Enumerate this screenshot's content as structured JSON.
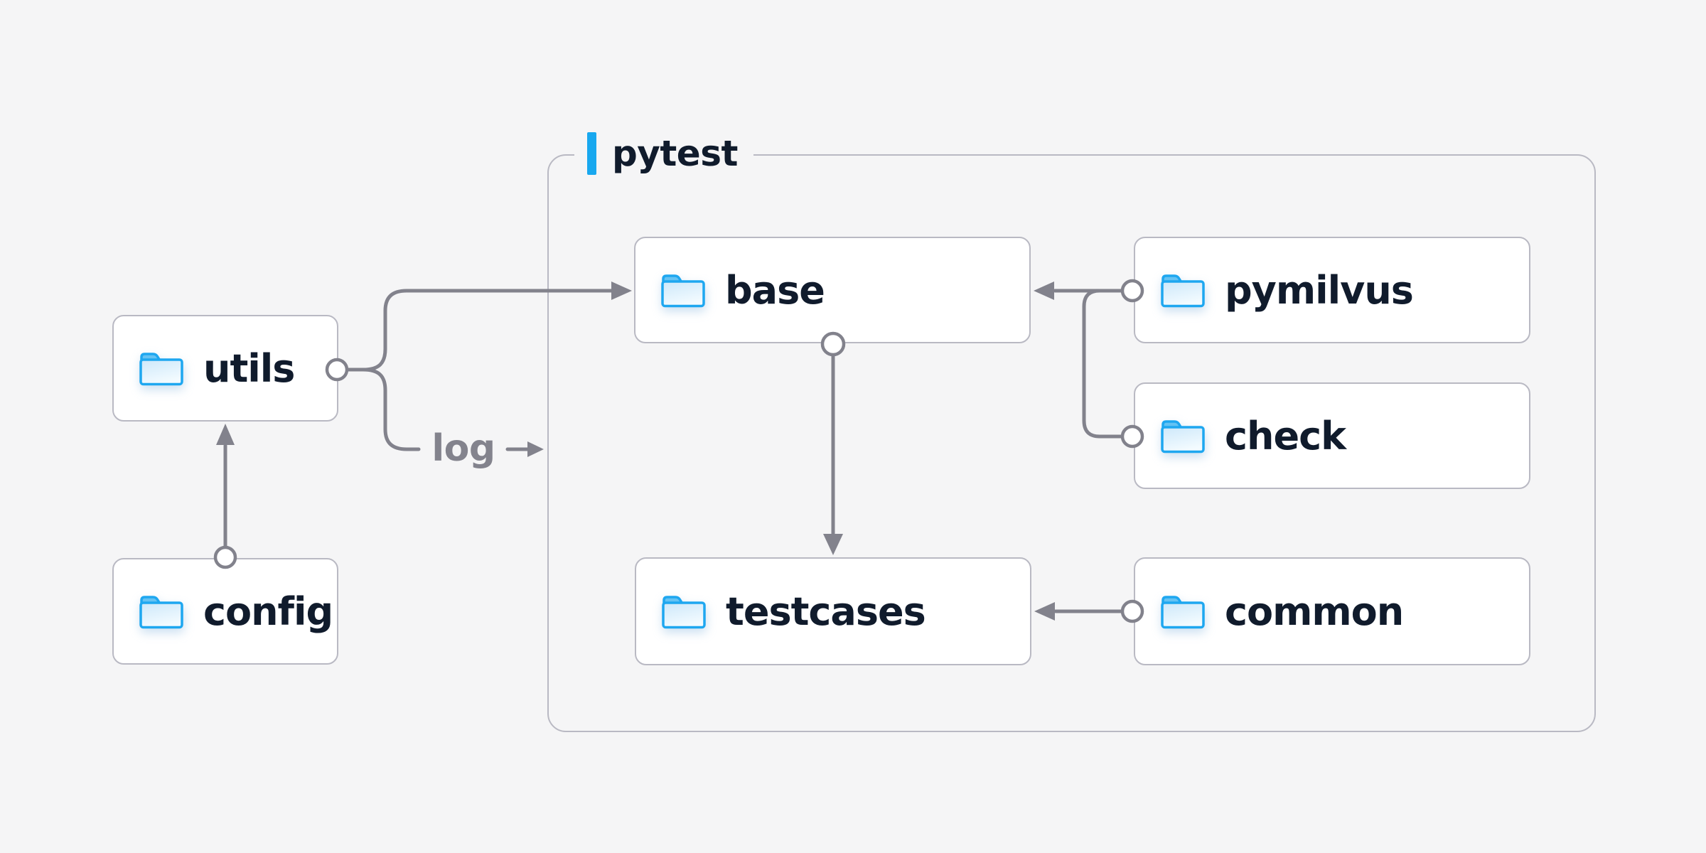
{
  "diagram": {
    "group": {
      "label": "pytest"
    },
    "nodes": [
      {
        "id": "utils",
        "label": "utils"
      },
      {
        "id": "config",
        "label": "config"
      },
      {
        "id": "base",
        "label": "base"
      },
      {
        "id": "pymilvus",
        "label": "pymilvus"
      },
      {
        "id": "check",
        "label": "check"
      },
      {
        "id": "testcases",
        "label": "testcases"
      },
      {
        "id": "common",
        "label": "common"
      }
    ],
    "edge_label": "log",
    "edges": [
      {
        "from": "config",
        "to": "utils"
      },
      {
        "from": "utils",
        "to": "base"
      },
      {
        "from": "utils",
        "to": "log"
      },
      {
        "from": "pymilvus",
        "to": "base"
      },
      {
        "from": "check",
        "to": "base"
      },
      {
        "from": "base",
        "to": "testcases"
      },
      {
        "from": "common",
        "to": "testcases"
      }
    ],
    "colors": {
      "accent": "#18a8ef",
      "folder_stroke": "#1ea7f0",
      "line": "#82828c",
      "box_border": "#b9b9c3",
      "text": "#101b2c",
      "edge_label_text": "#83838d",
      "background": "#f5f5f6",
      "node_background": "#ffffff"
    }
  }
}
